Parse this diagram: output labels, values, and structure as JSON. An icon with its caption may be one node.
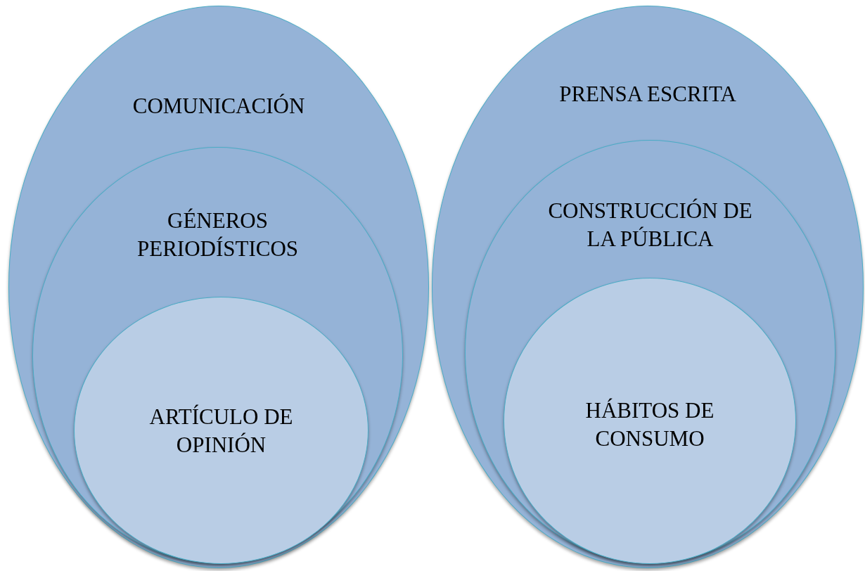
{
  "diagram": {
    "nodes": [
      {
        "text": [
          "COMUNICACIÓN"
        ]
      },
      {
        "text": [
          "GÉNEROS PERIODÍSTICOS"
        ],
        "in": 0
      },
      {
        "text": [
          "ARTÍCULO DE OPINIÓN"
        ],
        "in": 1
      },
      {
        "text": [
          "PRENSA ESCRITA"
        ]
      },
      {
        "text": [
          "CONSTRUCCIÓN DE LA PÚBLICA"
        ],
        "in": 3
      },
      {
        "text": [
          "HÁBITOS DE CONSUMO"
        ],
        "in": 4
      }
    ]
  }
}
